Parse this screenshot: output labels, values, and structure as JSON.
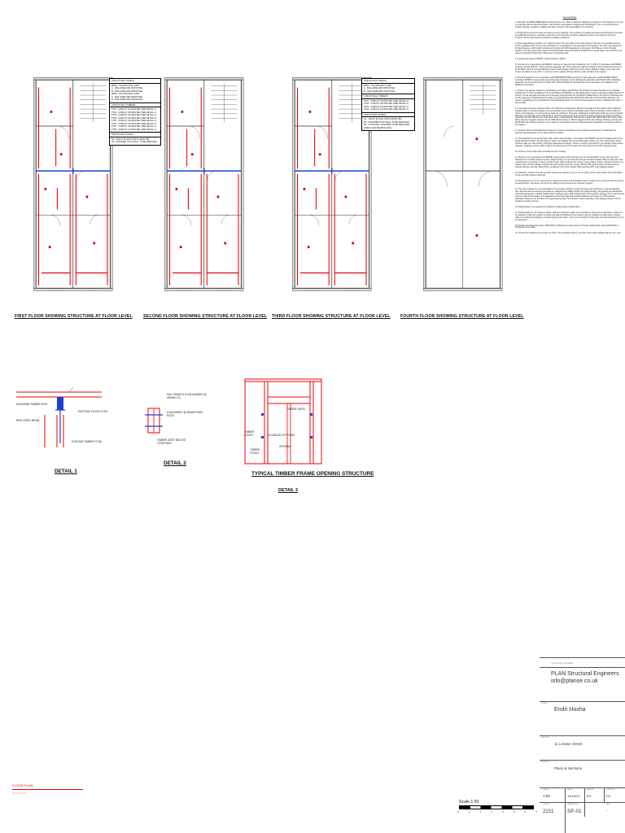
{
  "plans": {
    "first_title": "FIRST FLOOR SHOWING STRUCTURE AT FLOOR LEVEL",
    "second_title": "SECOND FLOOR SHOWING STRUCTURE AT FLOOR LEVEL",
    "third_title": "THIRD FLOOR SHOWING STRUCTURE AT FLOOR LEVEL",
    "fourth_title": "FOURTH FLOOR SHOWING STRUCTURE AT FLOOR LEVEL"
  },
  "legends": {
    "first": {
      "steels_head": "STRUCTURAL STEELS",
      "steels": [
        "MB01 - 152x152x23UC S355",
        "A - 600Lx180Hx40D PADSTONE",
        "B - 600Lx180Hx40D PADSTONE",
        "MB01 - 152x152x23UC S355",
        "A - 600Lx180Hx40D PADSTONE",
        "B - 600Lx180Hx40D PADSTONE"
      ],
      "timbers_head": "STRUCTURAL TIMBERS",
      "timbers": [
        "FT01 - 2/150x47 C24 BOLTED (SEE DETAIL 2)",
        "FT02 - 2/150x47 C24 BOLTED (SEE DETAIL 2)",
        "FT03 - 2/150x47 C24 BOLTED (SEE DETAIL 2)",
        "FT04 - 2/150x47 C24 BOLTED (SEE DETAIL 2)",
        "FT05 - 2/150x47 C24 BOLTED (SEE DETAIL 2)",
        "FT06 - 2/150x47 C24 BOLTED (SEE DETAIL 2)",
        "FT07 - 2/150x47 C24 BOLTED (SEE DETAIL 2)",
        "FT08 - 2/150x47 C24 BOLTED (SEE DETAIL 2)"
      ],
      "notes_head": "STRUCTURAL NOTES",
      "notes": [
        "N1 - 150x47 FLOOR JOISTS SPAN TBC",
        "N2 - ASSUMED STUD WALL TO BE REMOVED"
      ]
    },
    "second": {
      "steels_head": "STRUCTURAL STEELS",
      "steels": [
        "MB01 - 152x152x23UC S355",
        "A - 600Lx180Hx40D PADSTONE",
        "B - 600Lx180Hx40D PADSTONE"
      ],
      "timbers_head": "STRUCTURAL TIMBERS",
      "timbers": [
        "FT01 - 2/150x47 C24 BOLTED (SEE DETAIL 2)",
        "FT02 - 2/150x47 C24 BOLTED (SEE DETAIL 2)",
        "FT03 - 2/150x47 C24 BOLTED (SEE DETAIL 2)",
        "FT04 - 2/150x47 C24 BOLTED (SEE DETAIL 2)"
      ],
      "notes_head": "STRUCTURAL NOTES",
      "notes": [
        "N1 - 150x47 FLOOR JOISTS SPAN TBC",
        "N2 - ASSUMED STUD WALL TO BE REMOVED",
        "N3 - STUD WALL ASSUMED TO BE REMOVED",
        "OVER LOAD BEARING WALL"
      ]
    }
  },
  "details": {
    "d1_title": "DETAIL 1",
    "d2_title": "DETAIL 2",
    "d3_title": "TYPICAL TIMBER FRAME OPENING STRUCTURE",
    "d3_sub": "DETAIL 3",
    "d1_labels": [
      "50x100mm TIMBER PACK",
      "NEW STEEL BEAM",
      "EXISTING FLOOR JOIST",
      "EXISTING TIMBER STUD"
    ],
    "d2_labels": [
      "M10 GRADE 8.8 GALVANISED @ 400mm C/C",
      "STAGGERED @ 50mm FROM EDGE",
      "TIMBER JOIST BOLTED TOGETHER"
    ],
    "d3_labels": [
      "TIMBER LINTEL",
      "TIMBER STUDS",
      "DOUBLED UP STUDS",
      "OPENING",
      "TIMBER STUDS"
    ]
  },
  "general_notes": {
    "heading": "General Notes",
    "paragraphs": [
      "1.  USE ONLY FIGURED DIMENSIONS. All dimensions in mm. Refer to architect's drawings for setting out. This drawing is to be read in conjunction with all relevant Architects, subcontractors and engineers drawings and specifications. Prior to commencement of building, drainage, insulation, ventilation and other elements is the responsibility of the contractor.",
      "2.  All dimensions and levels shown are based on survey drawings. The contractor is to satisfy themselves that dimensions and levels are sufficiently accurate to undertake construction to the necessary tolerances. Existing structure to be verified on site by the contractor and any discrepancies reported immediately to Engineer.",
      "3.  Where applicable the contractor is to notify the local H.S.E. area office of the works using form F10 (rev.) in accordance with the C.D.M. regulations 2015. A copy of the notification is to be displayed on site and copied to the Engineer. The client must appoint the Principal Designer and Principal Contractor and comply with CDM Regulations for all projects. PLAN SE are not the Principal Designer. The Client must ensure that the Principal Designer issues the Health and Safety File at tender stage. The Contractor must have a Construction Phase Plan in Place prior to beginning works.",
      "4.  Imposed load design to BS6399. Typical Domestic 1.5kN/m².",
      "5.  Concrete to be in accordance with BS8110. Concrete for mass concrete foundations to be 'To PH2 4' in accordance with BS8500 (minimum strength 35N/mm², 20mm maximum aggregate size, 75mm slump and ordinary Portland Cement). Reinforced concrete to be 'RC28/35' (minimum strength 35N/mm²) unless noted otherwise. Minimum Cement content 320kg/m³. Water cement ratio 0.50. Cubes to be taken for every 10m³. In every pour and 1 tested at 28 days with the results provided to the engineer.",
      "6.  Structural steelwork to be in accordance with BS5950/BS5750/BS4 externally, for high grade steel use BS EN10025 S355 (if externally). BS5950 for design detail and workmanship. Steelwork must be fabricated in accordance with BS EN 1090. Fabrication: Steelwork must be provided with a 2-K Mark, FPC, WPS and WQR. All structural bolts and the procedure to be validated at the Building Control Officer.",
      "7.  All Steel to be painted, prepared by grit blasting in accordance with BS7079, the standard of surface cleanliness to be Swedish Standard SA 2.5. Paint specification to be in accordance with BS5493, for shop applied paint. System comprising modified alkyd to 75 microns. On site degrease and touch up as necessary using high build zinc phosphate modified alkyd to 40 microns. Thicknesses are dry film thicknesses. Steelwork built into cavity to be galvanised hot-dip to BS EN ISO 1461 with a minimum 85µm thickness. Site repairs to galvanising to be completed with Cold Galvanising solution. Concrete Encased steelwork to have 2 additional thin coats of bitumen paint.",
      "8.  In less stress elements, steelwork cable is the minimum force Bolt works, all bolts to be grade 8.8 with minimum 16mm diameter. Overall lengths & connection design is the responsibility of the contractor and details unless shown as indicative. Where loads are shown on the drawings, it is assumed these loads are unfactored. Connection Calculations & Fabrication details are to be provided by fabricator to the Engineer prior to fabrication for comment/ approval and to the Architect for setting out approval. Minimum 2M16 per connection and also 15kN tie force. Web shear values, noted otherwise. Bolt all steels together with M16 8.8 Bolts with Spacer tubes. Where columns sit against masonry, fix with 4/M16 Resin Anchors in 200mm staggered either side of flange. Welding to comply with BS EN 288. Site welding if required is to be carried out in accordance with the material standard specification and results provided to the engineer.",
      "9.  Contractor MUST provide fabrication drawings & connection calculations to the engineers and necessary for fabrication for approval. Site appearance is to be agreed with the architect.",
      "10.  Structural timber to be strength class C24, unless noted otherwise, in accordance with BS5268. All studs & multiple timbers to be bolted with M12 at 600c/c. All new timbers in walls to be tanalised with suit and lathe-grade Timber to be C24. Fixing: Where timber members span onto other timbers, proprietary galvanised steel fixings. Timber to masonry connections by joist hangers unless shown otherwise. Noggings, minimum 38mm width to external at least 1/2 the depth of the joist, spaced at 1/3 points along joist span.",
      "11.  Double up timber joists under stud walls and sole members.",
      "12.  Masonry to be in accordance with BS5628. Class 2A above DPC and Class 2 to the soil below DPC's and in chimneys. New brickwork to be carefully bonded to existing. Block bonding is not permitted for improved resistant brickwork. Block compressive units required at the cut and where masonry is built off steel. Where existing new masonry meets existing masonry, stainless steel ties to be stainless steel. Provide stainless steel DGL Bed joint reinforcement two courses (150 and 450 spacing) above and below all new windows and door openings. Below DPC1, all masonry to be Frost resistant. Brick and stone DPC to be sulphate resistant.",
      "13.  Padstones, required under all new beam bearing onto masonry, to be 1:1.5:3 mix (C30). Or PC Lintels if listed. 75mm thick Plate can be used with engineers approval.",
      "14.  Dry packing to be to be 3:1 Sand Cement. Speedy low Shrink to all Lintels/Dry Crete to contain Fosroc Conbextra 100. Dry pack to be well rammed in. All mortar to be left for dry packing to the removal of any temporary supports.",
      "15.  The main contractor is to be responsible for the temporary stability of existing structures and earthworks on site and adjoining sites, and must take all necessary precautions to safeguard this stability. Details of propping/needling, all supporting and earthworks temporarily designed to a suitably qualified and competent person. Method statements to be provided to Engineer prior to commencing works for approval. All needles to be designed for a minimum Span 600 continuity deflection and height over 750 horizontal deflections. All props to be founded on firm good bearing strata. The contractor should undertake on site jacking of beams over the needles for existing structure.",
      "16.  Existing lintels to be inspected and replaced if showing signs of deterioration.",
      "17.  Existing masonry to be inspected. Where cracked or deformed, repairs are as specified. If repairs are not specified or masonry to be inspected, contact the engineer for advice and approval. Brickwork to be repaired using the requisite remedial system. Existing walls to be confirmed by Engineer. If needed, approve full section, must cut out & rebuild. If mortar joints may have deteriorated, it is to be made good.",
      "18.  Provide Lateral Restraint straps (1000x30x5) at 1200centres to floors and roof. Provide Holding Down straps (1000x30x5) at 1200centres to roof plate.",
      "19.  Use 5mm 5T1 Wall ties for new work use 75mm. Tie at standard spacing. Less than 75mm cavity standard wall ties to be used."
    ]
  },
  "title_block": {
    "caption_top": "THE PROJECT ENGINEER",
    "company": "PLAN Structural Engineers",
    "email": "info@planse.co.uk",
    "client_caption": "CLIENT",
    "client": "Endri Hoxha",
    "project_caption": "PROJECT",
    "project": "11 London Street",
    "drawing_caption": "DRAWING",
    "drawing": "Plans & Sections",
    "scale_caption": "SCALE",
    "scale": "1:50",
    "date_caption": "DATE",
    "date": "14/10/22",
    "drawn_caption": "DRAWN",
    "drawn": "EH",
    "checked_caption": "CHECKED",
    "checked": "FA",
    "job_caption": "JOB NO.",
    "job": "2211",
    "dwg_caption": "DRAWING NO.",
    "dwg": "SP-01",
    "rev_caption": "REV",
    "rev": "-"
  },
  "scale_bar": {
    "label": "Scale 1:50",
    "ticks": [
      "0",
      "1",
      "2",
      "3",
      "4",
      "5",
      "6",
      "7"
    ]
  },
  "floor_plan_label": {
    "title": "FLOOR PLAN",
    "sub": "SCALE 1:50"
  }
}
